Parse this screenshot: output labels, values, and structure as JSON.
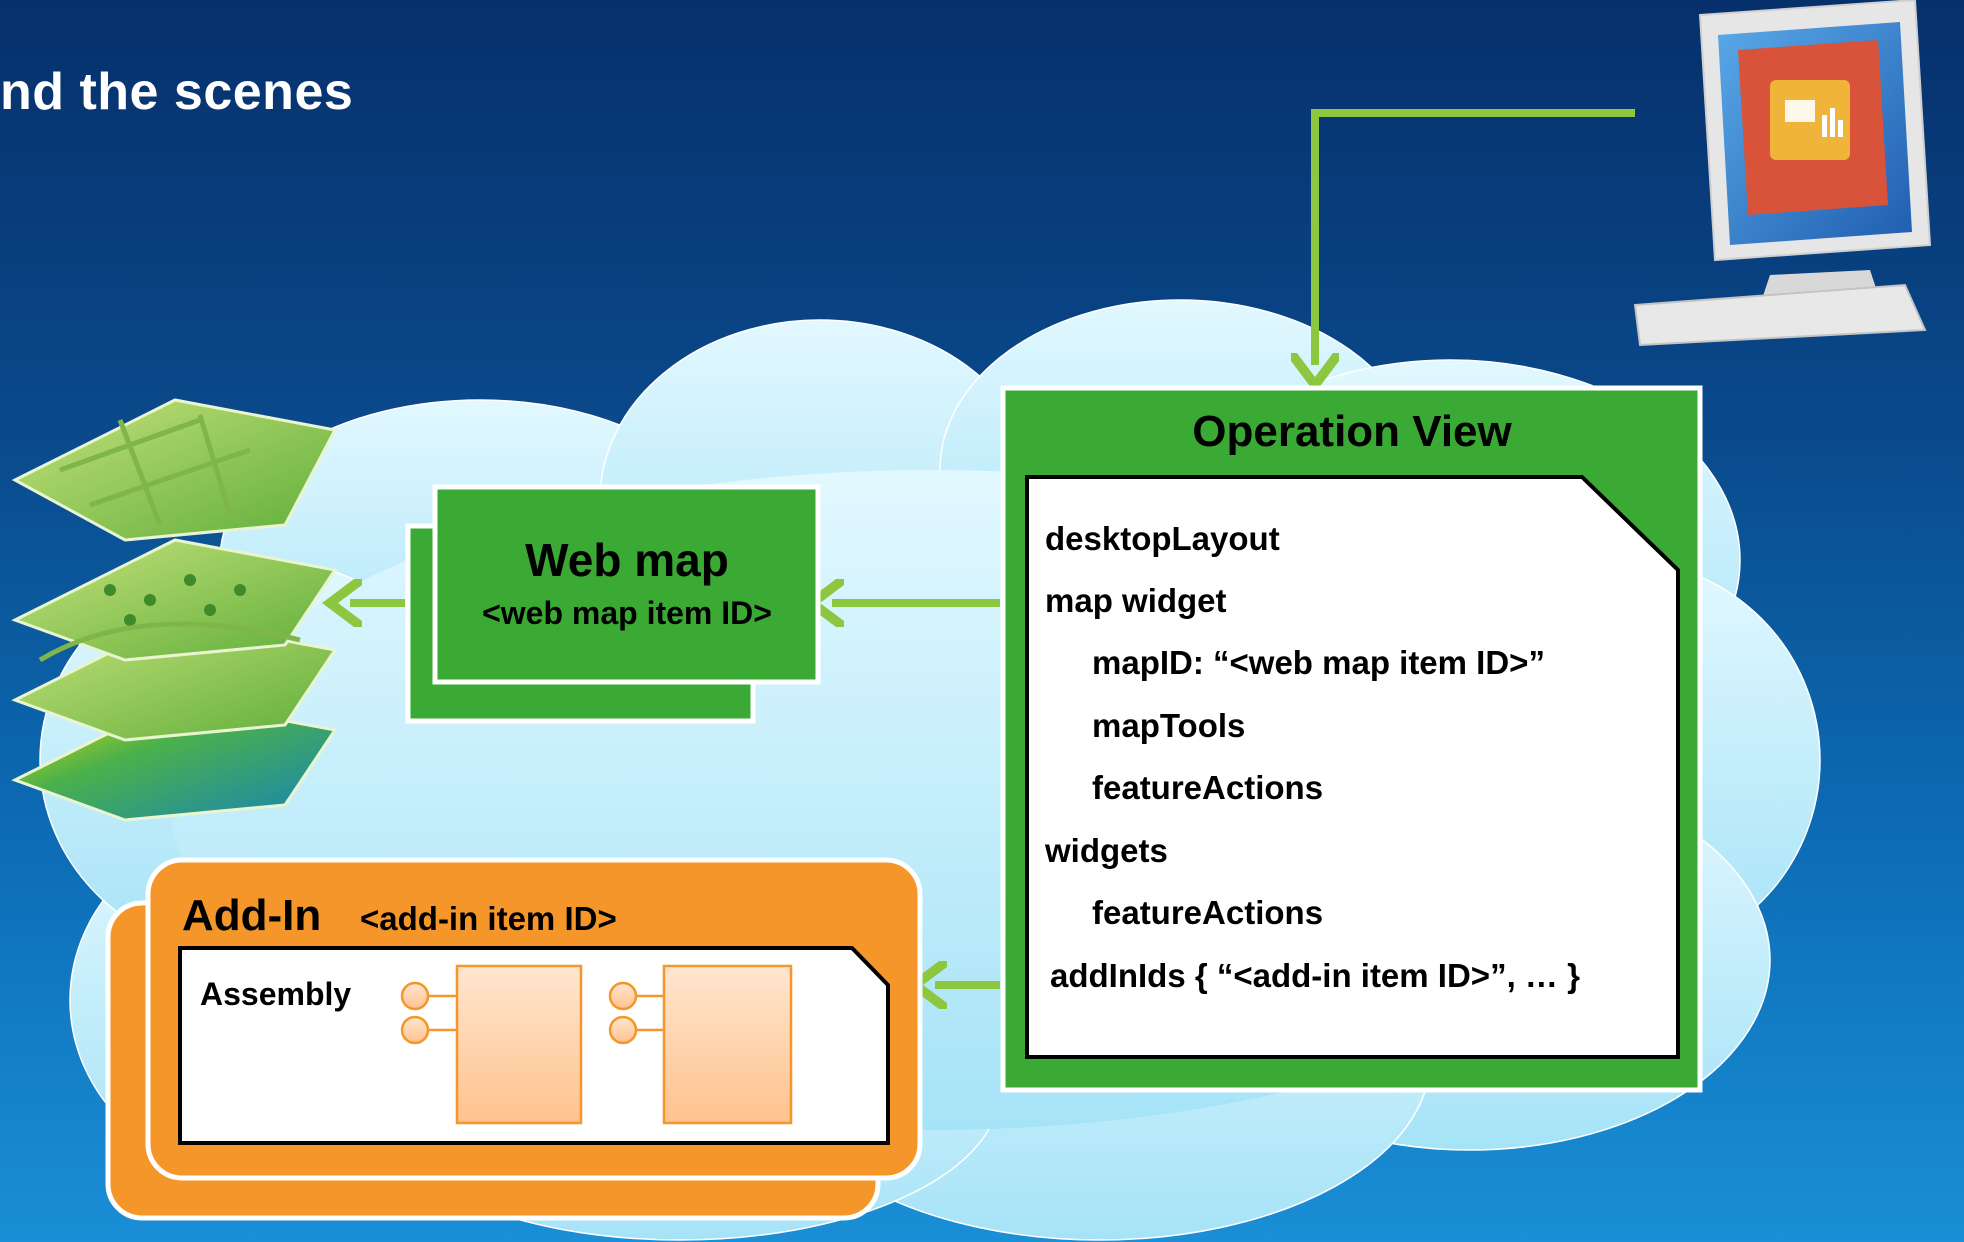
{
  "title": "nd the scenes",
  "operation_view": {
    "heading": "Operation View",
    "lines": [
      "desktopLayout",
      "map widget",
      "mapID: “<web map item ID>”",
      "mapTools",
      "featureActions",
      "widgets",
      "featureActions",
      "addInIds { “<add-in item ID>”, … }"
    ]
  },
  "web_map": {
    "title": "Web map",
    "subtitle": "<web map item ID>"
  },
  "add_in": {
    "title": "Add-In",
    "subtitle": "<add-in item ID>",
    "assembly_label": "Assembly"
  },
  "colors": {
    "green": "#3aaa35",
    "orange": "#f5962a",
    "arrow": "#8dc63f",
    "cloud": "#c8eefa"
  },
  "icons": [
    "map-layers-icon",
    "desktop-computer-icon",
    "operations-dashboard-icon",
    "component-icon"
  ]
}
